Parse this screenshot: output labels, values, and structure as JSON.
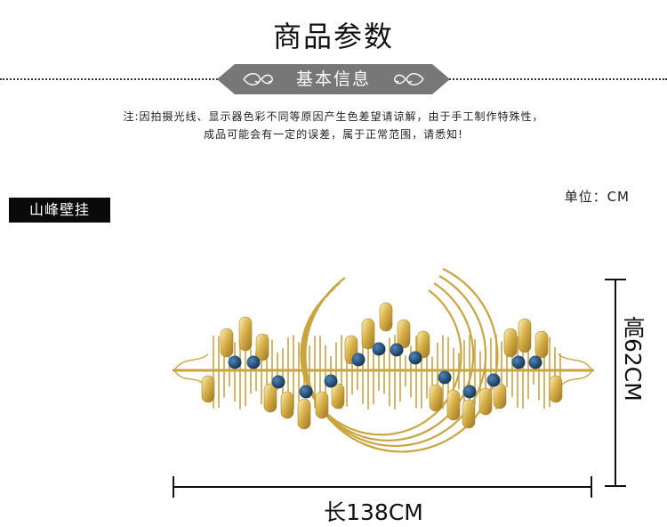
{
  "header": {
    "title": "商品参数",
    "banner_label": "基本信息"
  },
  "note": {
    "line1": "注:因拍摄光线、显示器色彩不同等原因产生色差望请谅解，由于手工制作特殊性，",
    "line2": "成品可能会有一定的误差，属于正常范围，请悉知!"
  },
  "unit_label": "单位：CM",
  "product_name": "山峰壁挂",
  "dimensions": {
    "width_label": "长138CM",
    "height_label": "高62CM"
  },
  "colors": {
    "banner": "#777777",
    "gold": "#d8b24a",
    "blue_ball": "#1f4d78",
    "tag_bg": "#0a0a0a"
  }
}
